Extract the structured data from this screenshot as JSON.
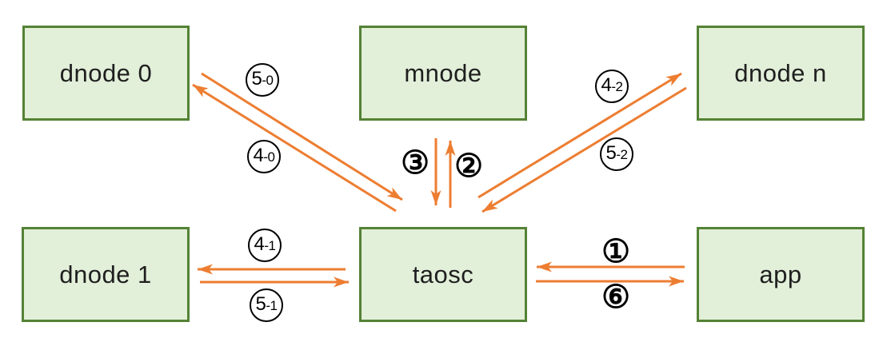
{
  "diagram": {
    "kind": "architecture-message-flow",
    "colors": {
      "node_fill": "#e2efd9",
      "node_border": "#548235",
      "arrow": "#ed7d31",
      "badge_outline": "#000000",
      "text": "#1f1f1f",
      "background": "#ffffff"
    }
  },
  "nodes": {
    "dnode0": {
      "label": "dnode 0"
    },
    "mnode": {
      "label": "mnode"
    },
    "dnoden": {
      "label": "dnode n"
    },
    "dnode1": {
      "label": "dnode 1"
    },
    "taosc": {
      "label": "taosc"
    },
    "app": {
      "label": "app"
    }
  },
  "edges": {
    "app_to_taosc": {
      "label": "①",
      "from": "app",
      "to": "taosc"
    },
    "taosc_to_mnode": {
      "label": "②",
      "from": "taosc",
      "to": "mnode"
    },
    "mnode_to_taosc": {
      "label": "③",
      "from": "mnode",
      "to": "taosc"
    },
    "taosc_to_dnode0": {
      "label": "4-0",
      "from": "taosc",
      "to": "dnode 0"
    },
    "dnode0_to_taosc": {
      "label": "5-0",
      "from": "dnode 0",
      "to": "taosc"
    },
    "taosc_to_dnode1": {
      "label": "4-1",
      "from": "taosc",
      "to": "dnode 1"
    },
    "dnode1_to_taosc": {
      "label": "5-1",
      "from": "dnode 1",
      "to": "taosc"
    },
    "taosc_to_dnoden": {
      "label": "4-2",
      "from": "taosc",
      "to": "dnode n"
    },
    "dnoden_to_taosc": {
      "label": "5-2",
      "from": "dnode n",
      "to": "taosc"
    },
    "taosc_to_app": {
      "label": "⑥",
      "from": "taosc",
      "to": "app"
    }
  }
}
